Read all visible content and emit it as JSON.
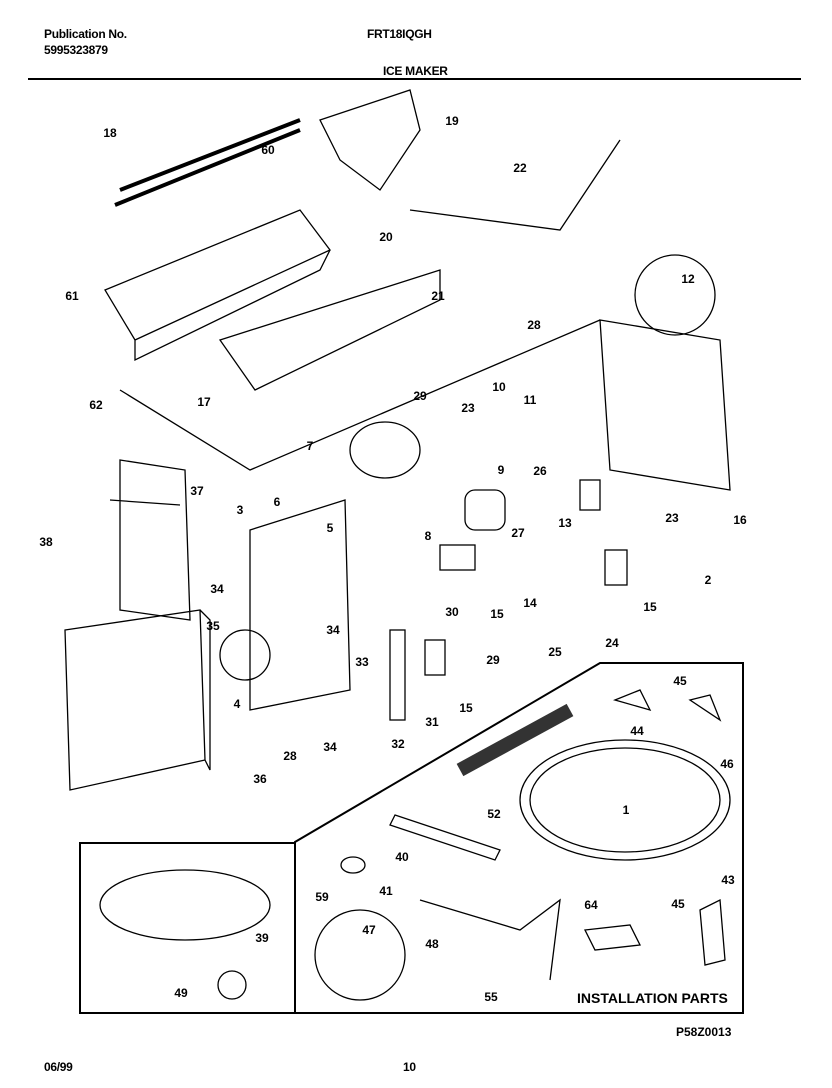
{
  "header": {
    "publication_label": "Publication No.",
    "publication_number": "5995323879",
    "model": "FRT18IQGH",
    "section_title": "ICE MAKER"
  },
  "diagram": {
    "callouts": [
      "18",
      "60",
      "19",
      "22",
      "20",
      "21",
      "12",
      "61",
      "17",
      "62",
      "28",
      "11",
      "10",
      "29",
      "23",
      "7",
      "9",
      "26",
      "6",
      "37",
      "3",
      "5",
      "13",
      "23",
      "16",
      "38",
      "8",
      "27",
      "34",
      "35",
      "34",
      "30",
      "15",
      "14",
      "15",
      "2",
      "24",
      "25",
      "33",
      "29",
      "4",
      "15",
      "31",
      "28",
      "34",
      "32",
      "36",
      "45",
      "44",
      "46",
      "52",
      "1",
      "40",
      "59",
      "41",
      "43",
      "64",
      "45",
      "47",
      "39",
      "48",
      "49",
      "55"
    ],
    "installation_label": "INSTALLATION PARTS",
    "figure_code": "P58Z0013"
  },
  "footer": {
    "date": "06/99",
    "page_number": "10"
  }
}
